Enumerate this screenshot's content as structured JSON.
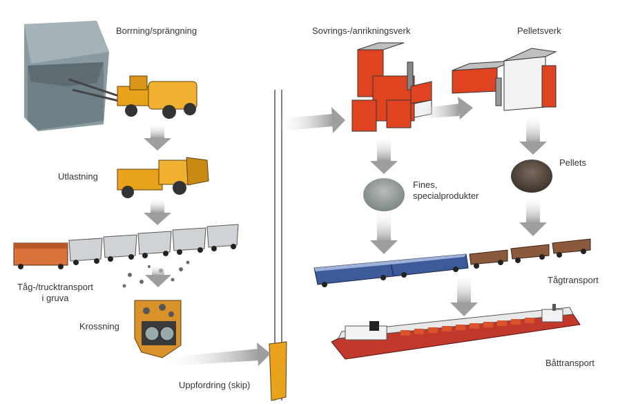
{
  "labels": {
    "borrning": "Borrning/sprängning",
    "utlastning": "Utlastning",
    "tagtransport_gruva": "Tåg-/trucktransport",
    "i_gruva": "i gruva",
    "krossning": "Krossning",
    "uppfordring": "Uppfordring (skip)",
    "sovringsverk": "Sovrings-/anrikningsverk",
    "pelletsverk": "Pelletsverk",
    "pellets": "Pellets",
    "fines": "Fines,",
    "specialprodukter": "specialprodukter",
    "tagtransport": "Tågtransport",
    "battransport": "Båttransport"
  },
  "colors": {
    "rock": "#8f9ea3",
    "machine": "#e8a21c",
    "building": "#e0431f",
    "locomotive": "#3d5a9a",
    "ore_car": "#8b5a3c",
    "arrow": "#a8a8a8",
    "ship_hull": "#c0392b"
  }
}
